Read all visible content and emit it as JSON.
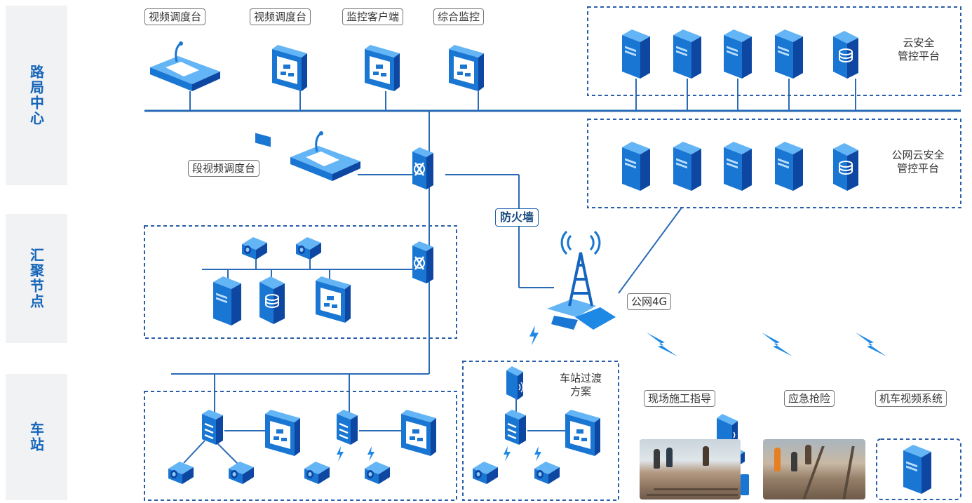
{
  "tiers": {
    "bureau": "路局中心",
    "aggregation": "汇聚节点",
    "station": "车站"
  },
  "labels": {
    "video_dispatch_1": "视频调度台",
    "video_dispatch_2": "视频调度台",
    "monitor_client": "监控客户端",
    "integrated_monitor": "综合监控",
    "cloud_security": "云安全\n管控平台",
    "public_cloud_security": "公网云安全\n管控平台",
    "section_dispatch": "段视频调度台",
    "firewall": "防火墙",
    "public_4g": "公网4G",
    "station_transition": "车站过渡\n方案",
    "onsite_guidance": "现场施工指导",
    "emergency_repair": "应急抢险",
    "locomotive_video": "机车视频系统"
  },
  "colors": {
    "accent": "#1565b8",
    "device": "#1976d2",
    "device_dark": "#0d47a1",
    "line": "#2a6bb6"
  }
}
